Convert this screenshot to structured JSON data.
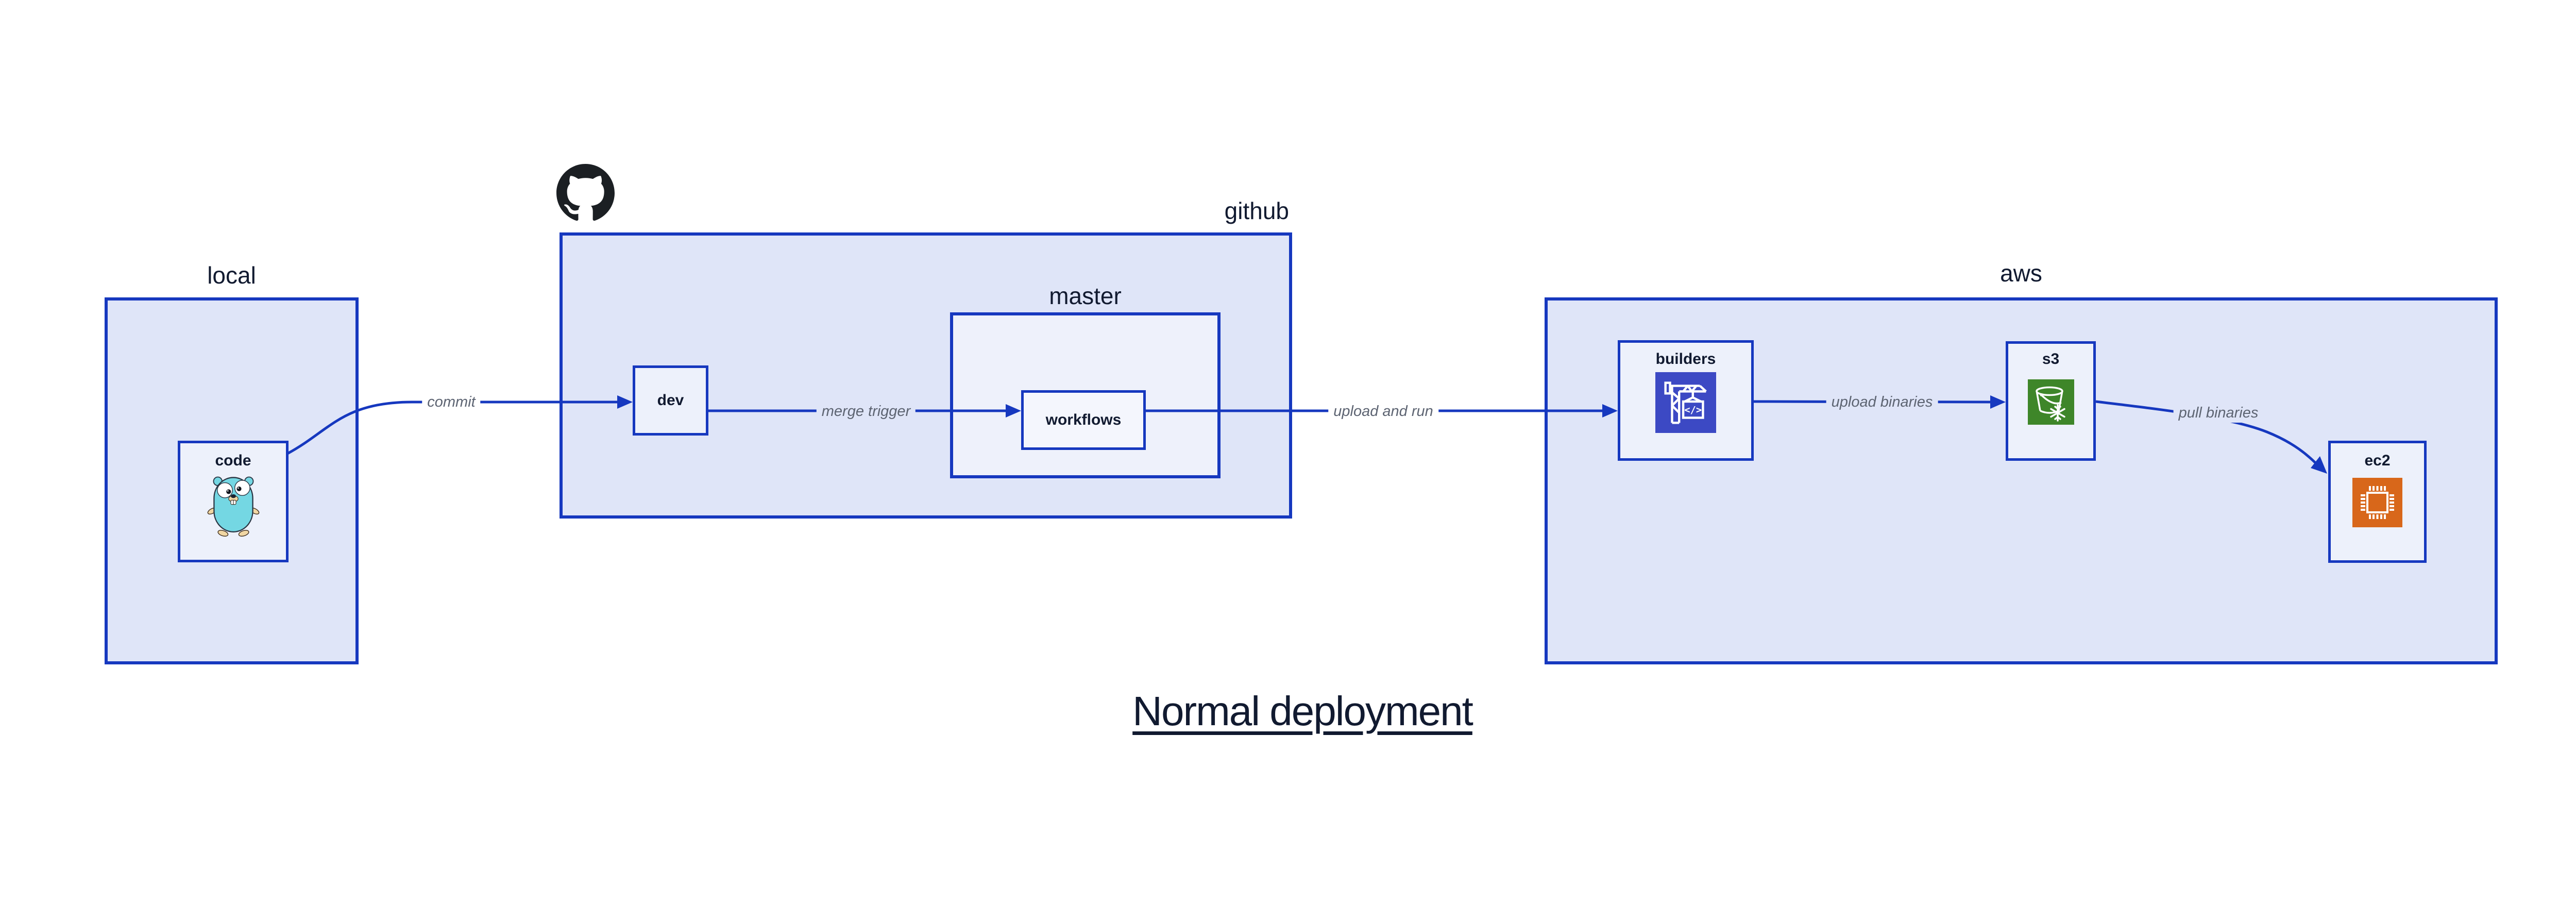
{
  "title": "Normal deployment",
  "groups": [
    {
      "id": "local",
      "label": "local"
    },
    {
      "id": "github",
      "label": "github"
    },
    {
      "id": "master",
      "label": "master"
    },
    {
      "id": "aws",
      "label": "aws"
    }
  ],
  "nodes": [
    {
      "id": "code",
      "label": "code",
      "icon": "go-gopher-icon"
    },
    {
      "id": "dev",
      "label": "dev"
    },
    {
      "id": "workflows",
      "label": "workflows"
    },
    {
      "id": "builders",
      "label": "builders",
      "icon": "aws-codebuild-icon"
    },
    {
      "id": "s3",
      "label": "s3",
      "icon": "aws-s3-glacier-bucket-icon"
    },
    {
      "id": "ec2",
      "label": "ec2",
      "icon": "aws-ec2-chip-icon"
    }
  ],
  "edges": [
    {
      "from": "code",
      "to": "dev",
      "label": "commit"
    },
    {
      "from": "dev",
      "to": "workflows",
      "label": "merge trigger"
    },
    {
      "from": "workflows",
      "to": "builders",
      "label": "upload and run"
    },
    {
      "from": "builders",
      "to": "s3",
      "label": "upload binaries"
    },
    {
      "from": "s3",
      "to": "ec2",
      "label": "pull binaries"
    }
  ],
  "logos": [
    {
      "id": "github-octocat-icon"
    }
  ],
  "colors": {
    "edge": "#1638bf",
    "group_fill": "#dfe5f8",
    "master_fill": "#eef1fb",
    "node_fill": "#edf1fb",
    "workflows_fill": "#f4f6fd",
    "label": "#111a30",
    "edge_label": "#5d6472",
    "codebuild": "#3c49c4",
    "s3": "#3e8629",
    "ec2": "#d8671a",
    "github_logo": "#1b1f23",
    "gopher_body": "#74d7e3",
    "gopher_skin": "#f0d6a3"
  }
}
